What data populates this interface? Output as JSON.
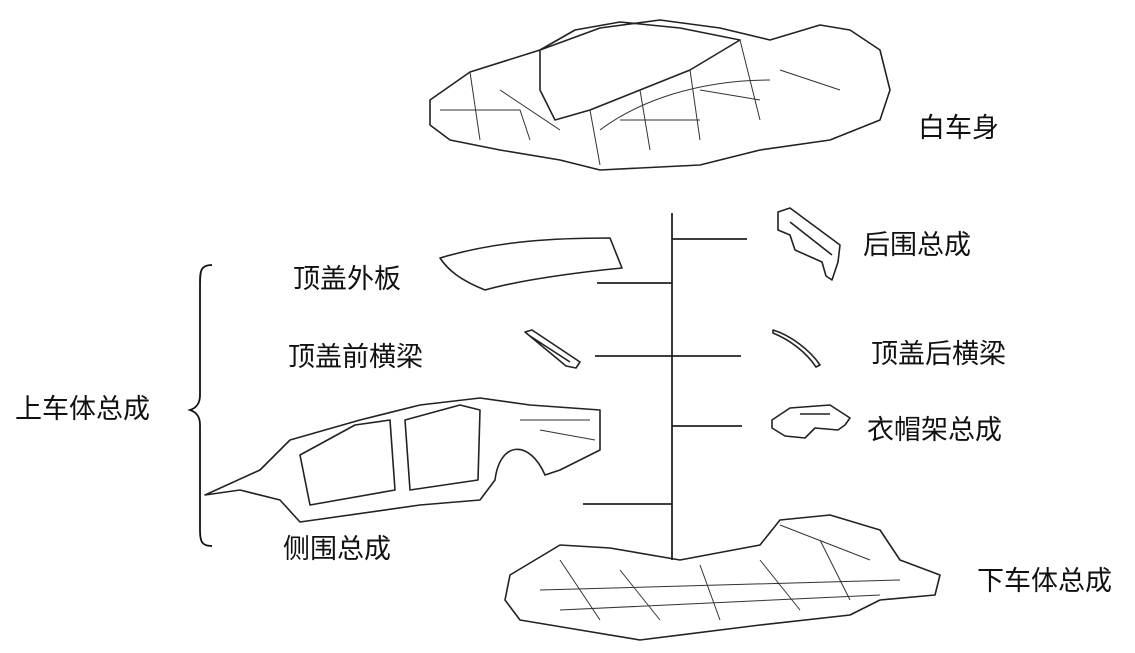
{
  "labels": {
    "body_in_white": "白车身",
    "upper_body_assembly": "上车体总成",
    "roof_outer_panel": "顶盖外板",
    "roof_front_crossbeam": "顶盖前横梁",
    "side_panel_assembly": "侧围总成",
    "rear_panel_assembly": "后围总成",
    "roof_rear_crossbeam": "顶盖后横梁",
    "parcel_shelf_assembly": "衣帽架总成",
    "underbody_assembly": "下车体总成"
  }
}
